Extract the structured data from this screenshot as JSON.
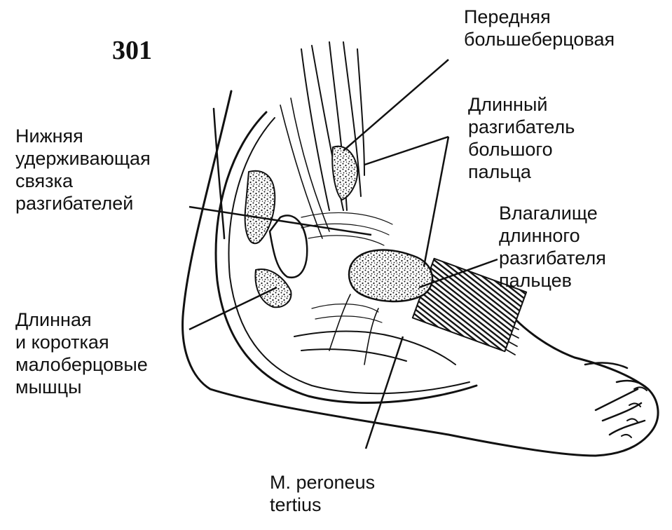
{
  "figure_number": "301",
  "labels": {
    "tibialis_anterior": [
      "Передняя",
      "большеберцовая"
    ],
    "ext_hallucis_longus": [
      "Длинный",
      "разгибатель",
      "большого",
      "пальца"
    ],
    "inferior_retinaculum": [
      "Нижняя",
      "удерживающая",
      "связка",
      "разгибателей"
    ],
    "ext_digitorum_sheath": [
      "Влагалище",
      "длинного",
      "разгибателя",
      "пальцев"
    ],
    "peroneus_longus_brevis": [
      "Длинная",
      "и  короткая",
      "малоберцовые",
      "мышцы"
    ],
    "peroneus_tertius": [
      "M.  peroneus",
      "tertius"
    ]
  },
  "colors": {
    "ink": "#111111",
    "paper": "#ffffff"
  }
}
